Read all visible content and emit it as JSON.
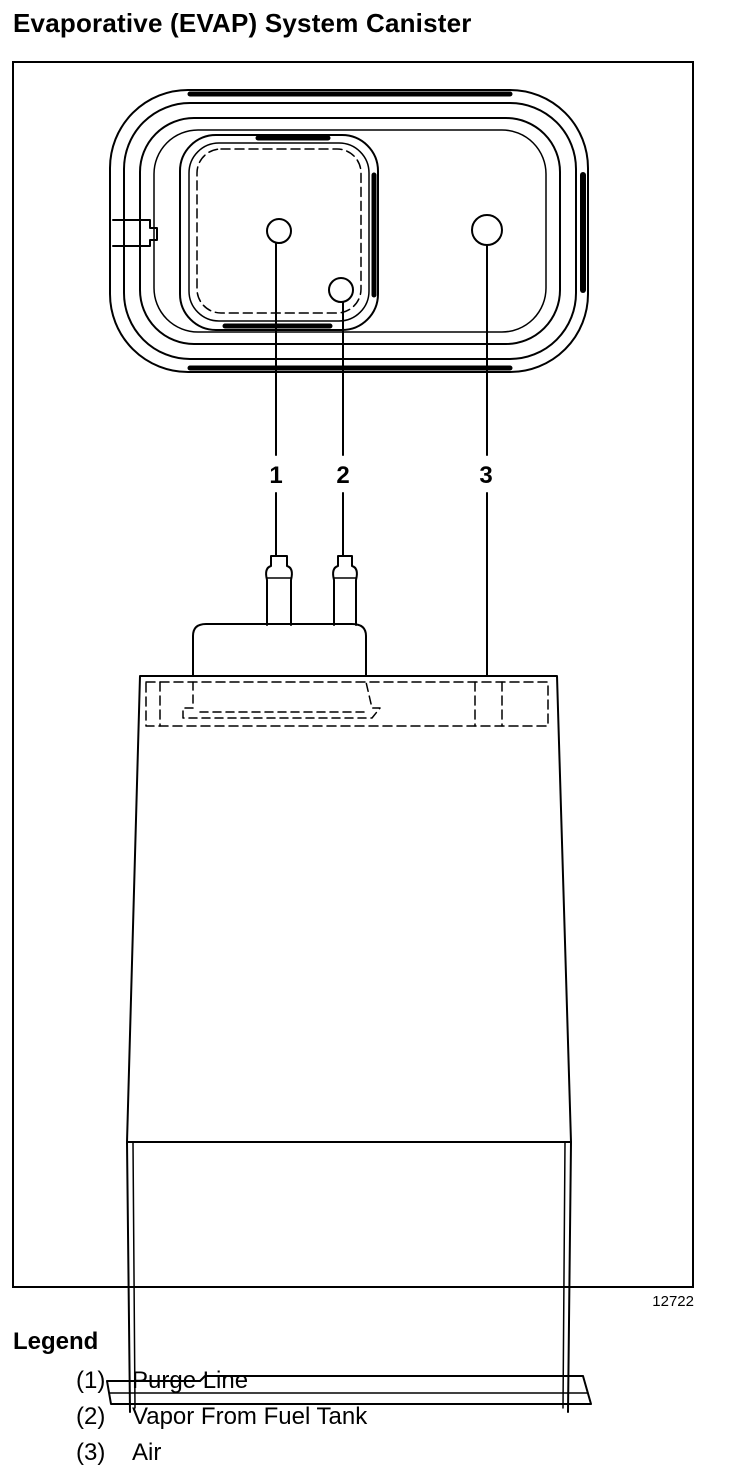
{
  "title": "Evaporative (EVAP) System Canister",
  "callouts": [
    {
      "number": "1"
    },
    {
      "number": "2"
    },
    {
      "number": "3"
    }
  ],
  "figure_id": "12722",
  "legend": {
    "heading": "Legend",
    "items": [
      {
        "number": "(1)",
        "label": "Purge Line"
      },
      {
        "number": "(2)",
        "label": "Vapor From Fuel Tank"
      },
      {
        "number": "(3)",
        "label": "Air"
      }
    ]
  },
  "colors": {
    "line": "#000000",
    "background": "#ffffff"
  }
}
